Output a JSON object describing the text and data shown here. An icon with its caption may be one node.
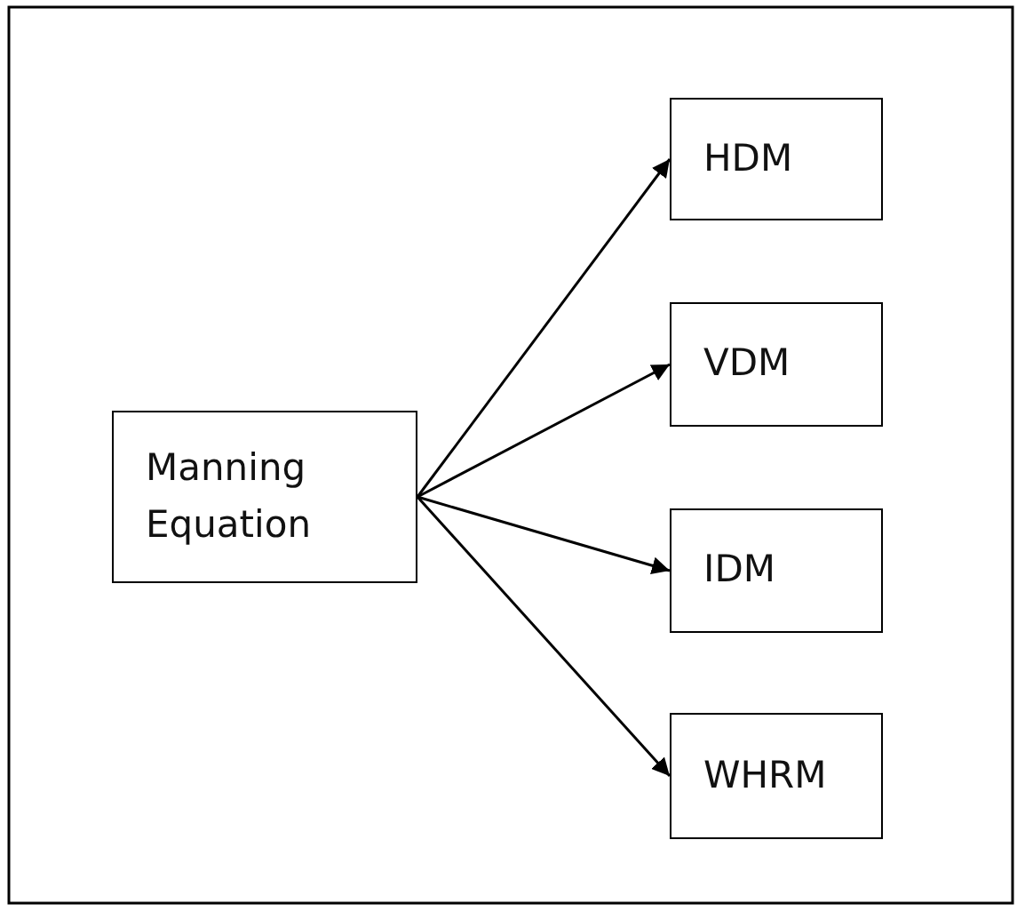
{
  "diagram": {
    "nodes": [
      {
        "text": [
          "Manning Equation"
        ]
      },
      {
        "text": [
          "HDM"
        ]
      },
      {
        "text": [
          "VDM"
        ]
      },
      {
        "text": [
          "IDM"
        ]
      },
      {
        "text": [
          "WHRM"
        ]
      }
    ],
    "edges": [
      {
        "from": 0,
        "to": 1,
        "arrow": "to"
      },
      {
        "from": 0,
        "to": 2,
        "arrow": "to"
      },
      {
        "from": 0,
        "to": 3,
        "arrow": "to"
      },
      {
        "from": 0,
        "to": 4,
        "arrow": "to"
      }
    ]
  }
}
